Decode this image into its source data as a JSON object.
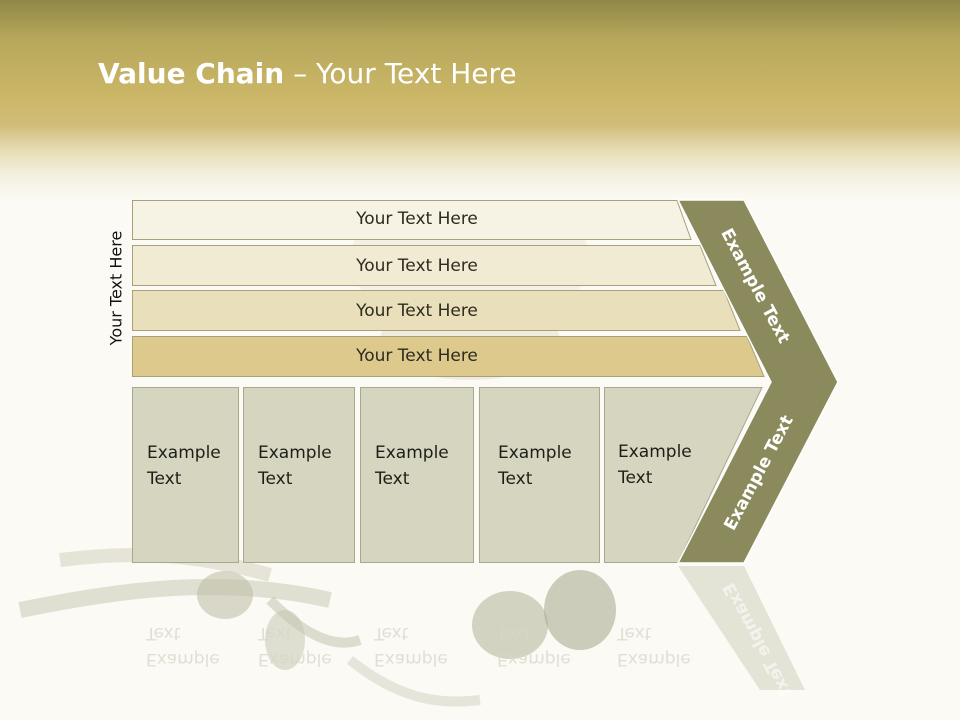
{
  "title": {
    "bold": "Value Chain",
    "rest": " – Your Text Here"
  },
  "side_label": "Your Text Here",
  "bands": [
    {
      "label": "Your Text Here",
      "color": "#f6f3e5"
    },
    {
      "label": "Your Text Here",
      "color": "#f1ebd3"
    },
    {
      "label": "Your Text Here",
      "color": "#e9e0bb"
    },
    {
      "label": "Your Text Here",
      "color": "#ddc98c"
    }
  ],
  "boxes": [
    {
      "line1": "Example",
      "line2": "Text"
    },
    {
      "line1": "Example",
      "line2": "Text"
    },
    {
      "line1": "Example",
      "line2": "Text"
    },
    {
      "line1": "Example",
      "line2": "Text"
    },
    {
      "line1": "Example",
      "line2": "Text"
    }
  ],
  "chevron": {
    "upper": "Example Text",
    "lower": "Example Text",
    "color": "#8b8a5c"
  },
  "colors": {
    "header": "#c9b566",
    "box": "#d6d5c0"
  }
}
